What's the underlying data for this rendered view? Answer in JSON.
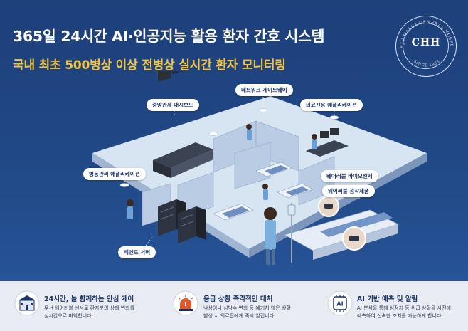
{
  "header": {
    "title": "365일 24시간 AI·인공지능 활용 환자 간호 시스템",
    "subtitle": "국내 최초 500병상 이상 전병상 실시간 환자 모니터링"
  },
  "seal": {
    "monogram": "CHH",
    "arc_text": "CHEJU HALLA GENERAL HOSPITAL",
    "since": "SINCE 1983"
  },
  "callouts": {
    "network_gateway": "네트워크 게이트웨이",
    "central_dashboard": "중앙관제 대시보드",
    "medical_app": "의료진용 애플리케이션",
    "ward_app": "병동관리 애플리케이션",
    "wearable_biosensor": "웨어러블 바이오센서",
    "wearable_patch": "웨어러블 점착제품",
    "backend_server": "백엔드 서버"
  },
  "features": [
    {
      "title": "24시간, 늘 함께하는 안심 케어",
      "line1": "무선 웨어러블 센서로 환자분의 상태 변화를",
      "line2": "실시간으로 파악합니다."
    },
    {
      "title": "응급 상황 즉각적인 대처",
      "line1": "낙상이나 심박수 변화 등 예기치 않은 상황",
      "line2": "발생 시 의료진에게 즉시 알립니다."
    },
    {
      "title": "AI 기반 예측 및 알림",
      "line1": "AI 분석을 통해 심정지 등 위급 상황을 사전에",
      "line2": "예측하여 신속한 조치를 가능하게 합니다."
    }
  ],
  "icons": {
    "hospital": "hospital-building-icon",
    "siren": "siren-icon",
    "ai": "ai-chip-icon",
    "ai_label": "AI"
  },
  "colors": {
    "background": "#1d3f7a",
    "accent": "#f3c43b",
    "panel": "#e9edf3",
    "text_dark": "#1d3363",
    "siren": "#e2562a"
  }
}
